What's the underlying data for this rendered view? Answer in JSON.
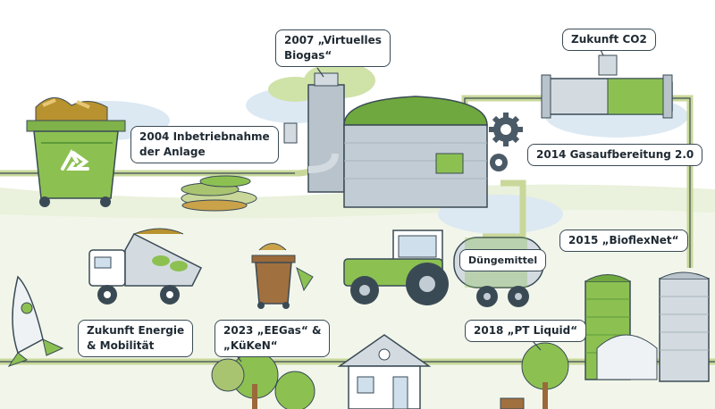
{
  "labels": {
    "l2004": "2004 Inbetriebnahme\nder Anlage",
    "l2007": "2007 „Virtuelles\nBiogas“",
    "lco2": "Zukunft CO2",
    "l2014": "2014 Gasaufbereitung 2.0",
    "l2015": "2015 „BioflexNet“",
    "lduenge": "Düngemittel",
    "lenergie": "Zukunft Energie\n& Mobilität",
    "l2023": "2023 „EEGas“ &\n„KüKeN“",
    "l2018": "2018 „PT Liquid“"
  },
  "colors": {
    "pipe": "#c9d89a",
    "green": "#7fb24a",
    "dark_green": "#4e8a3a",
    "steel": "#b8c3cc",
    "outline": "#3a4a55"
  },
  "icons": {
    "recycle": "recycle-icon",
    "gear": "gear-icon"
  }
}
